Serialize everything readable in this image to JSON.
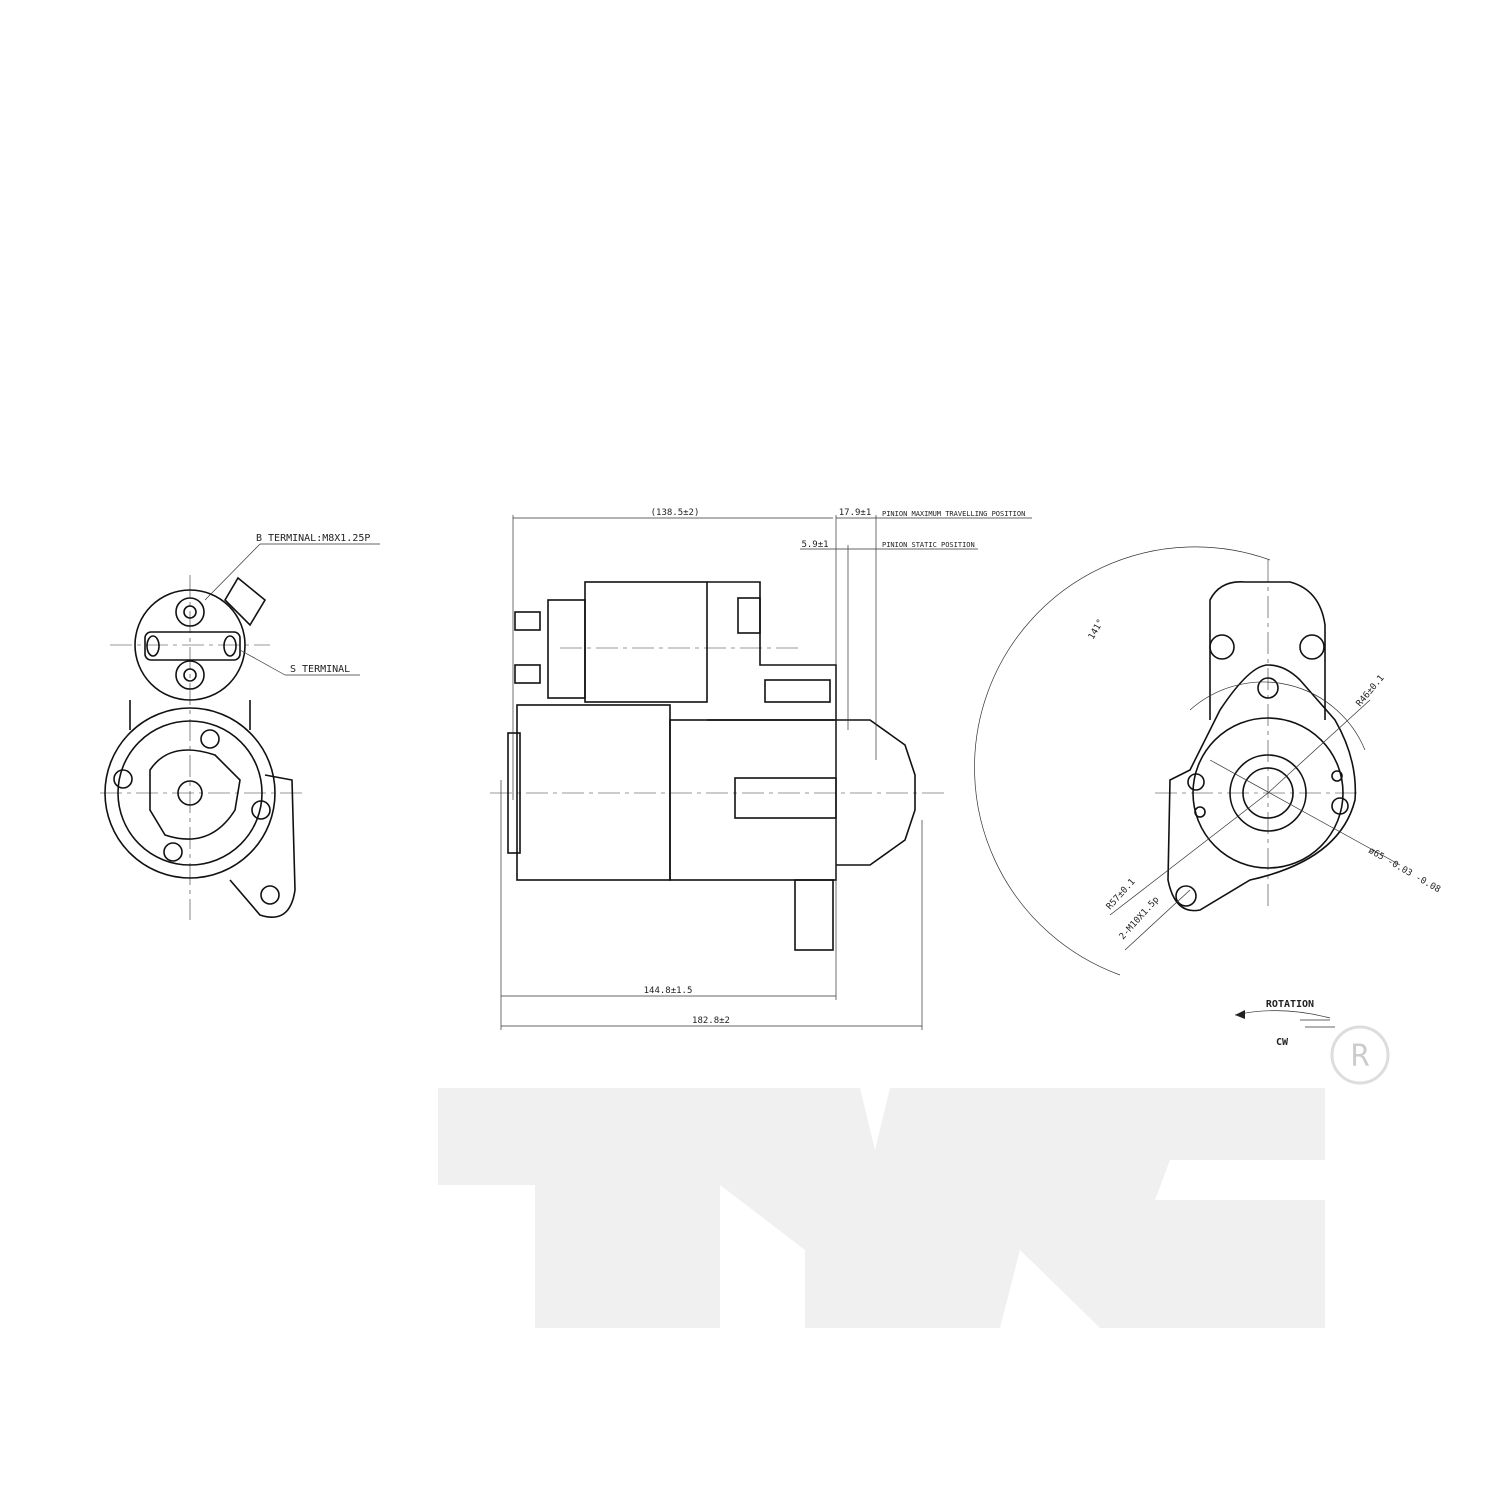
{
  "left_view": {
    "b_terminal": "B TERMINAL:M8X1.25P",
    "s_terminal": "S TERMINAL"
  },
  "side_view": {
    "dim_overall_body": "(138.5±2)",
    "dim_pinion_travel": "17.9±1",
    "pinion_max_label": "PINION MAXIMUM TRAVELLING POSITION",
    "dim_pinion_static": "5.9±1",
    "pinion_static_label": "PINION STATIC POSITION",
    "dim_mount": "144.8±1.5",
    "dim_total": "182.8±2"
  },
  "front_view": {
    "angle": "141°",
    "radius_outer": "R46±0.1",
    "diameter": "ø65 -0.03 -0.08",
    "radius_bolt": "R57±0.1",
    "bolts": "2-M10X1.5p"
  },
  "rotation": {
    "title": "ROTATION",
    "direction": "CW"
  },
  "logo": {
    "text": "TYC",
    "registered": "R"
  }
}
